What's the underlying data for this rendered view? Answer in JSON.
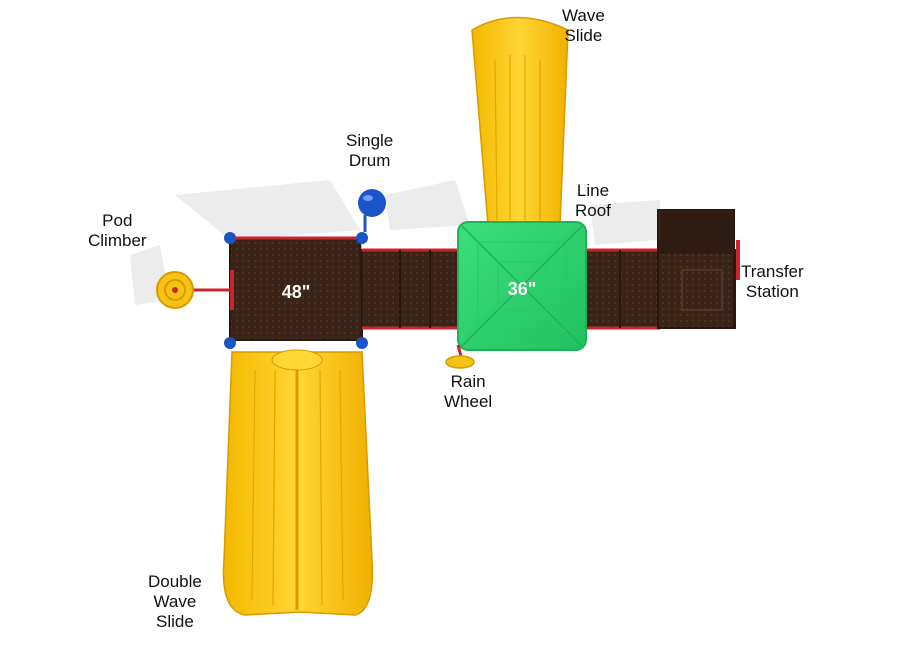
{
  "labels": {
    "wave_slide": [
      "Wave",
      "Slide"
    ],
    "single_drum": [
      "Single",
      "Drum"
    ],
    "line_roof": [
      "Line",
      "Roof"
    ],
    "pod_climber": [
      "Pod",
      "Climber"
    ],
    "transfer_station": [
      "Transfer",
      "Station"
    ],
    "rain_wheel": [
      "Rain",
      "Wheel"
    ],
    "double_wave_slide": [
      "Double",
      "Wave",
      "Slide"
    ]
  },
  "deck_heights": {
    "left_deck": "48\"",
    "roof_deck": "36\""
  },
  "colors": {
    "deck": "#3a2418",
    "deck_edge": "#2a1810",
    "slide": "#f6c312",
    "slide_dark": "#e1a400",
    "roof": "#2fd36f",
    "roof_dark": "#1eb257",
    "post": "#1a55c8",
    "rail": "#c8262b",
    "shadow": "#e9e9e9"
  }
}
